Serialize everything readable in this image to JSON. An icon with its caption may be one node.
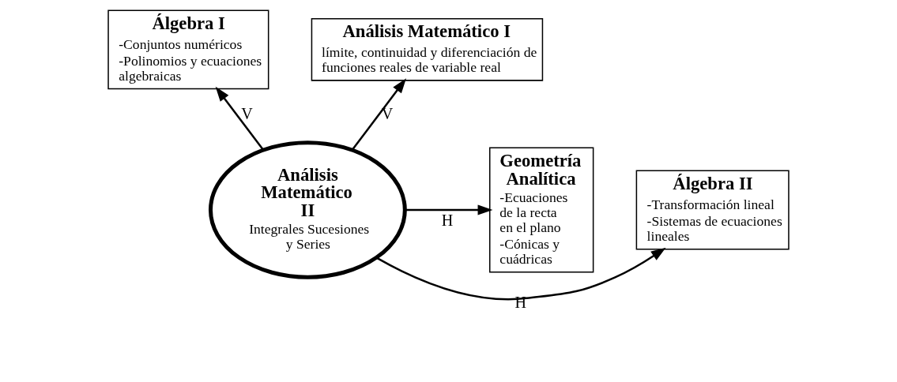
{
  "diagram": {
    "nodes": [
      {
        "text": [
          "Álgebra I",
          "-Conjuntos numéricos",
          "-Polinomios y ecuaciones algebraicas"
        ]
      },
      {
        "text": [
          "Análisis Matemático I",
          "límite, continuidad y diferenciación de funciones reales de variable real"
        ]
      },
      {
        "text": [
          "Álgebra II",
          "-Transformación lineal",
          "-Sistemas de ecuaciones lineales"
        ]
      },
      {
        "text": [
          "Análisis Matemático II",
          "Integrales Sucesiones y Series"
        ]
      },
      {
        "text": [
          "Geometría Analítica",
          "-Ecuaciones de la recta en el plano",
          "-Cónicas y cuádricas"
        ]
      }
    ],
    "edges": [
      {
        "from": 3,
        "to": 0,
        "arrow": "to",
        "label": "V"
      },
      {
        "from": 3,
        "to": 1,
        "arrow": "to",
        "label": "V"
      },
      {
        "from": 3,
        "to": 2,
        "arrow": "to",
        "label": "H"
      },
      {
        "from": 3,
        "to": 4,
        "arrow": "to",
        "label": "H"
      }
    ]
  }
}
